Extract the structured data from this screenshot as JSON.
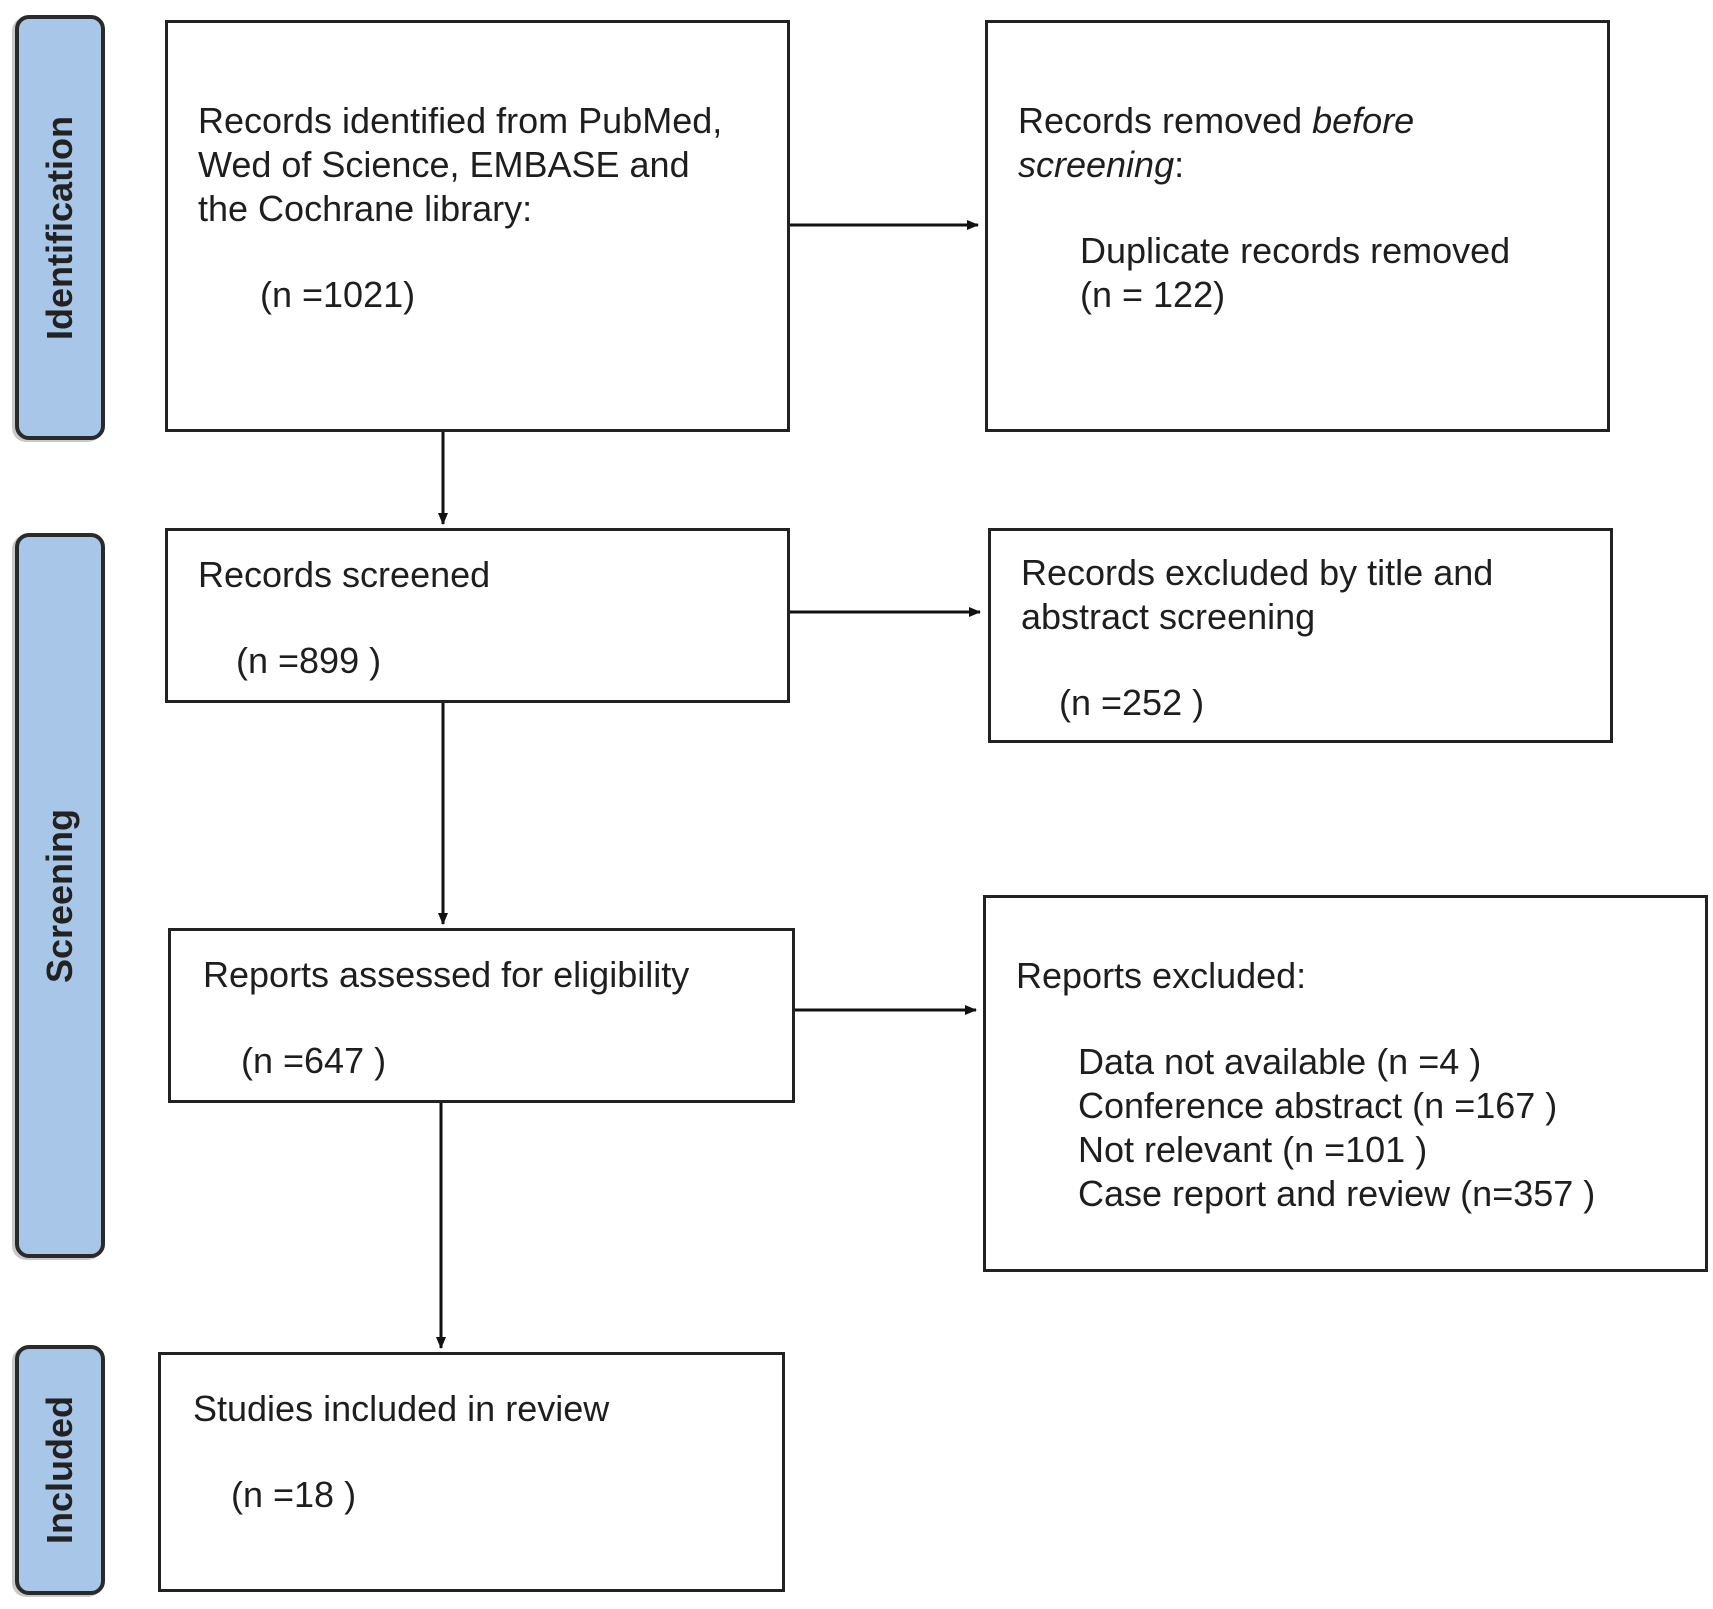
{
  "phases": {
    "identification": "Identification",
    "screening": "Screening",
    "included": "Included"
  },
  "boxes": {
    "identified": {
      "line1": "Records identified from PubMed,",
      "line2": "Wed of Science, EMBASE and",
      "line3": "the Cochrane library:",
      "count": "(n =1021)"
    },
    "removed": {
      "prefix": "Records removed ",
      "italic1": "before",
      "italic2": "screening",
      "colon": ":",
      "detail": "Duplicate records removed",
      "count": "(n = 122)"
    },
    "screened": {
      "title": "Records screened",
      "count": "(n =899 )"
    },
    "excluded_title": {
      "line1": "Records excluded by title and",
      "line2": "abstract screening",
      "count": "(n =252 )"
    },
    "assessed": {
      "title": "Reports assessed for eligibility",
      "count": "(n =647 )"
    },
    "reports_excluded": {
      "title": "Reports excluded:",
      "reasons": [
        "Data not available (n =4 )",
        "Conference abstract (n =167 )",
        "Not relevant (n =101 )",
        "Case report and review (n=357 )"
      ]
    },
    "included": {
      "title": "Studies included in review",
      "count": "(n =18 )"
    }
  },
  "colors": {
    "phase_fill": "#a7c6e8",
    "border": "#222222"
  }
}
